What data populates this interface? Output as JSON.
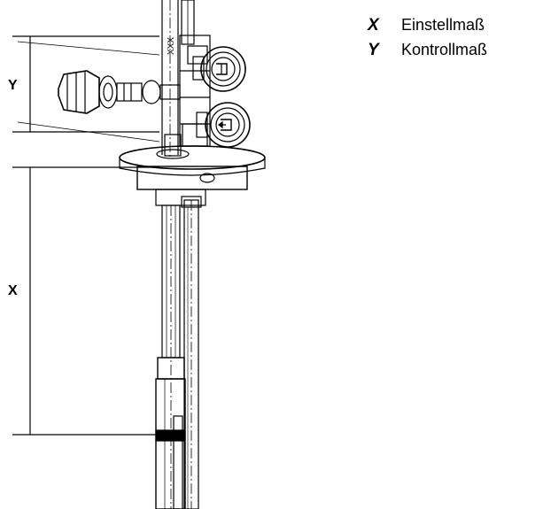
{
  "drawing": {
    "shaft_marking": "XXX",
    "dimension_labels": {
      "y": "Y",
      "x": "X"
    }
  },
  "legend": [
    {
      "key": "X",
      "text": "Einstellmaß"
    },
    {
      "key": "Y",
      "text": "Kontrollmaß"
    }
  ]
}
